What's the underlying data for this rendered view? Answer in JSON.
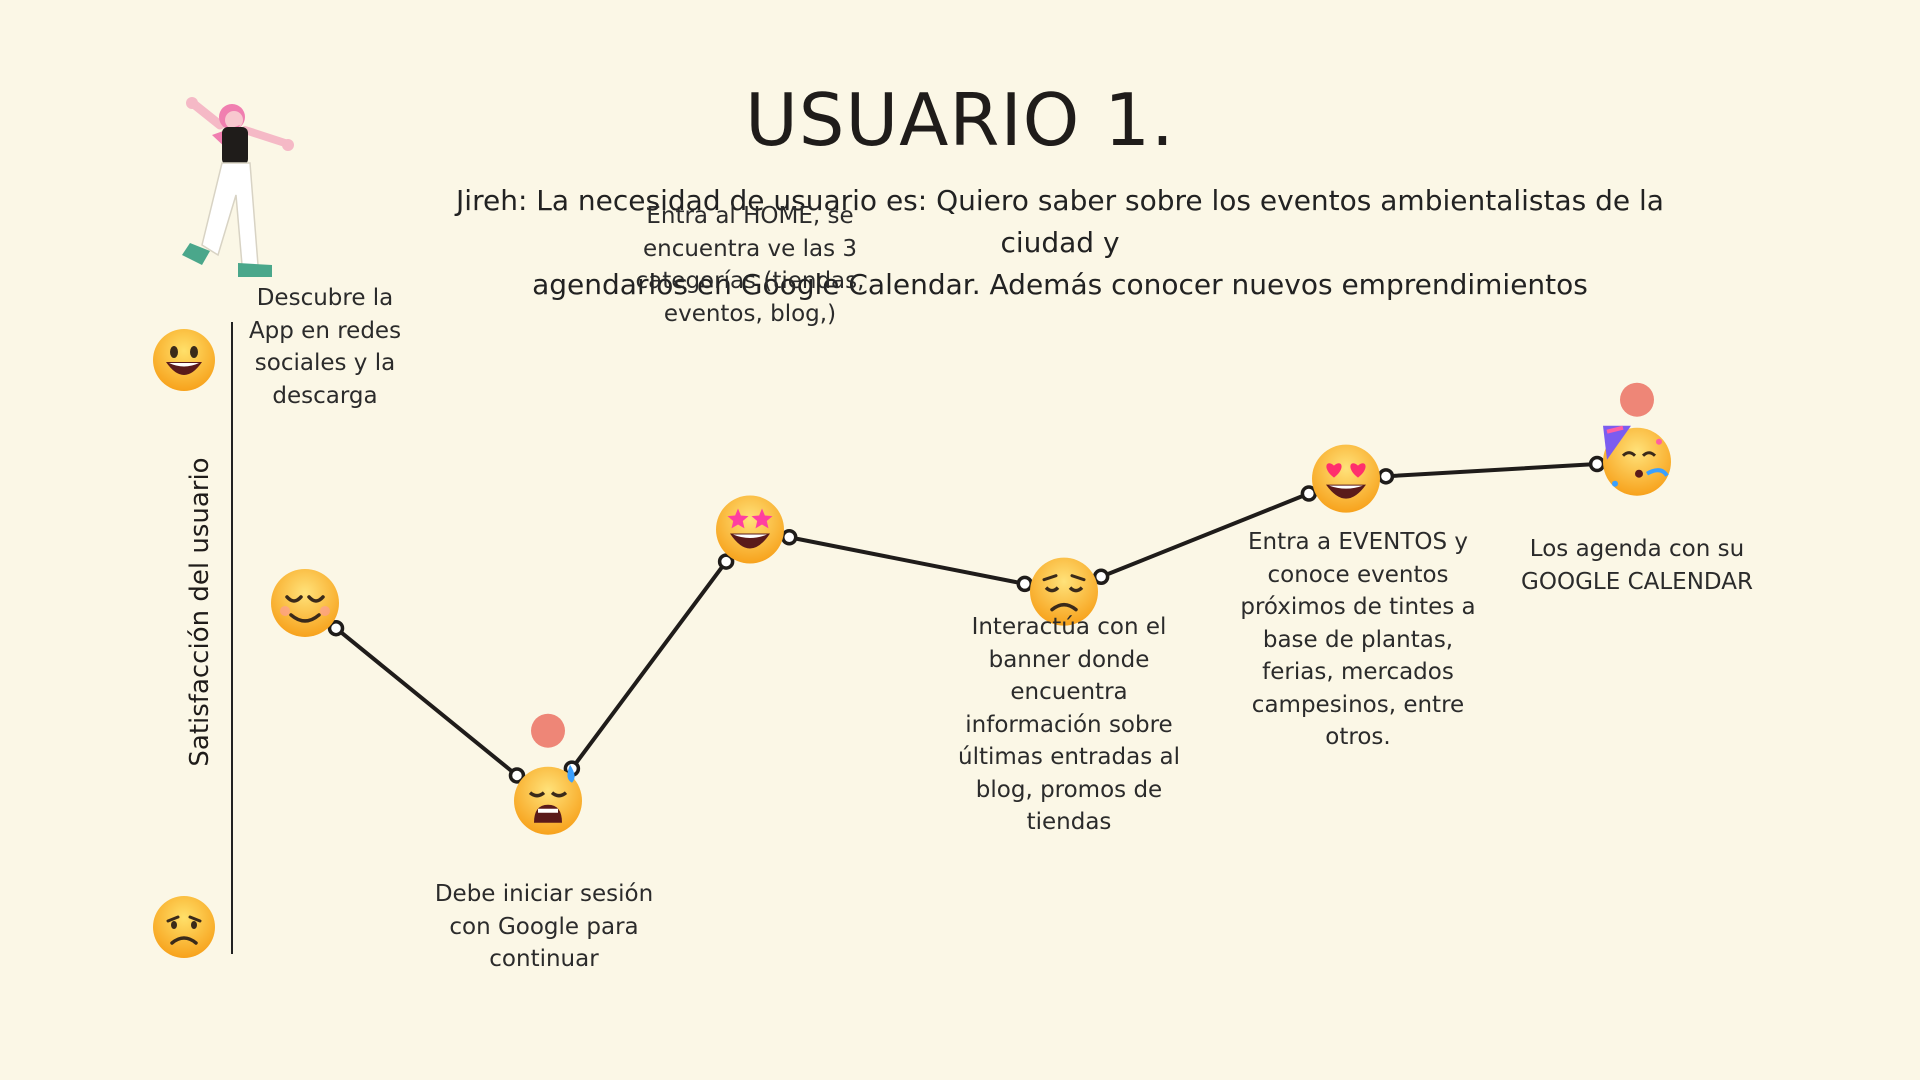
{
  "header": {
    "title": "USUARIO 1.",
    "need_line1": "Jireh: La necesidad de usuario es: Quiero saber sobre los eventos ambientalistas de la ciudad y",
    "need_line2": "agendarlos en Google Calendar. Además conocer nuevos emprendimientos"
  },
  "axis": {
    "label": "Satisfacción del usuario",
    "top_icon": "grinning-face-icon",
    "bottom_icon": "frowning-face-icon"
  },
  "steps": [
    {
      "lines": [
        "Descubre la",
        "App en redes",
        "sociales y la",
        "descarga"
      ],
      "emoji": "relieved-face-icon",
      "satisfaction": 0.57
    },
    {
      "lines": [
        "Debe iniciar sesión",
        "con Google para",
        "continuar"
      ],
      "emoji": "anxious-face-with-sweat-icon",
      "satisfaction": 0.22
    },
    {
      "lines": [
        "Entra al HOME, se",
        "encuentra  ve las 3",
        "categorías (tiendas,",
        "eventos, blog,)"
      ],
      "emoji": "star-struck-icon",
      "satisfaction": 0.7
    },
    {
      "lines": [
        "Interactúa con el",
        "banner donde",
        "encuentra",
        "información sobre",
        "últimas entradas al",
        "blog, promos de",
        "tiendas"
      ],
      "emoji": "disappointed-face-icon",
      "satisfaction": 0.59
    },
    {
      "lines": [
        "Entra a EVENTOS y",
        "conoce eventos",
        "próximos de tintes a",
        "base de plantas,",
        "ferias, mercados",
        "campesinos, entre",
        "otros."
      ],
      "emoji": "heart-eyes-face-icon",
      "satisfaction": 0.79
    },
    {
      "lines": [
        "Los agenda con su",
        "GOOGLE CALENDAR"
      ],
      "emoji": "partying-face-icon",
      "satisfaction": 0.82
    }
  ],
  "colors": {
    "background": "#fbf7e6",
    "line": "#1f1c1a",
    "accent_dot": "#ee8677",
    "emoji_yellow": "#ffcf3a",
    "emoji_orange": "#f7a21c"
  }
}
